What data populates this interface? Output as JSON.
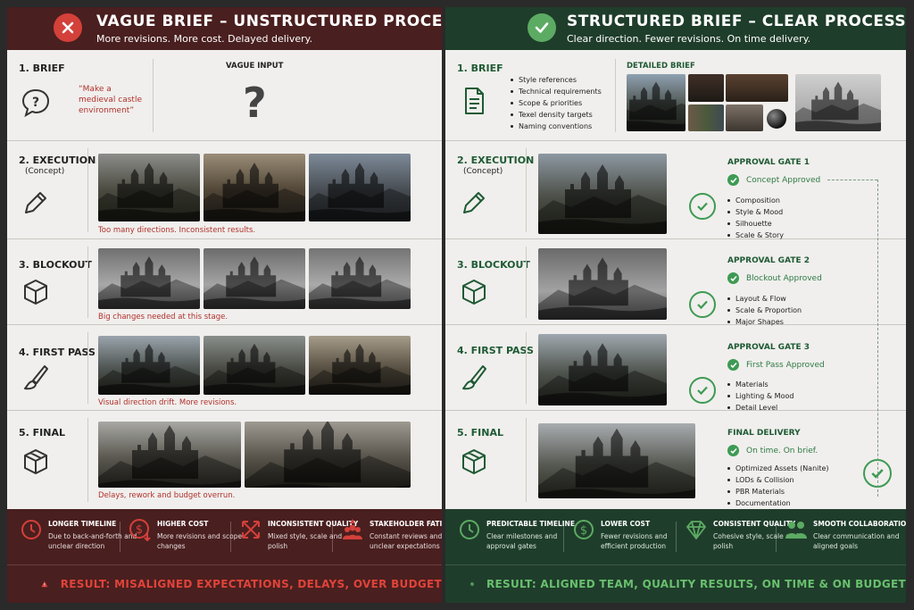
{
  "left": {
    "title": "VAGUE BRIEF – UNSTRUCTURED PROCESS",
    "subtitle": "More revisions. More cost. Delayed delivery.",
    "brief": {
      "label": "1. BRIEF",
      "quote": "“Make a medieval castle environment”",
      "input_label": "VAGUE INPUT",
      "symbol": "?"
    },
    "execution": {
      "label": "2. EXECUTION",
      "sub": "(Concept)",
      "note": "Too many directions. Inconsistent results."
    },
    "blockout": {
      "label": "3. BLOCKOUT",
      "note": "Big changes needed at this stage."
    },
    "first_pass": {
      "label": "4. FIRST PASS",
      "note": "Visual direction drift. More revisions."
    },
    "final": {
      "label": "5. FINAL",
      "note": "Delays, rework and budget overrun."
    },
    "footer": [
      {
        "icon": "clock-alert-icon",
        "title": "LONGER TIMELINE",
        "desc": "Due to back-and-forth and unclear direction"
      },
      {
        "icon": "dollar-down-icon",
        "title": "HIGHER COST",
        "desc": "More revisions and scope changes"
      },
      {
        "icon": "scatter-arrows-icon",
        "title": "INCONSISTENT QUALITY",
        "desc": "Mixed style, scale and polish"
      },
      {
        "icon": "people-warning-icon",
        "title": "STAKEHOLDER FATIGUE",
        "desc": "Constant reviews and unclear expectations"
      }
    ],
    "result": "RESULT: MISALIGNED EXPECTATIONS, DELAYS, OVER BUDGET"
  },
  "right": {
    "title": "STRUCTURED BRIEF – CLEAR PROCESS",
    "subtitle": "Clear direction. Fewer revisions. On time delivery.",
    "brief": {
      "label": "1. BRIEF",
      "detail_label": "DETAILED BRIEF",
      "items": [
        "Style references",
        "Technical requirements",
        "Scope & priorities",
        "Texel density targets",
        "Naming conventions"
      ]
    },
    "execution": {
      "label": "2. EXECUTION",
      "sub": "(Concept)",
      "gate": "APPROVAL GATE 1",
      "approved": "Concept Approved",
      "items": [
        "Composition",
        "Style & Mood",
        "Silhouette",
        "Scale & Story"
      ]
    },
    "blockout": {
      "label": "3. BLOCKOUT",
      "gate": "APPROVAL GATE 2",
      "approved": "Blockout Approved",
      "items": [
        "Layout & Flow",
        "Scale & Proportion",
        "Major Shapes"
      ]
    },
    "first_pass": {
      "label": "4. FIRST PASS",
      "gate": "APPROVAL GATE 3",
      "approved": "First Pass Approved",
      "items": [
        "Materials",
        "Lighting & Mood",
        "Detail Level"
      ]
    },
    "final": {
      "label": "5. FINAL",
      "gate": "FINAL DELIVERY",
      "approved": "On time. On brief.",
      "items": [
        "Optimized Assets (Nanite)",
        "LODs & Collision",
        "PBR Materials",
        "Documentation"
      ]
    },
    "footer": [
      {
        "icon": "clock-icon",
        "title": "PREDICTABLE TIMELINE",
        "desc": "Clear milestones and approval gates"
      },
      {
        "icon": "dollar-icon",
        "title": "LOWER COST",
        "desc": "Fewer revisions and efficient production"
      },
      {
        "icon": "diamond-icon",
        "title": "CONSISTENT QUALITY",
        "desc": "Cohesive style, scale and polish"
      },
      {
        "icon": "people-icon",
        "title": "SMOOTH COLLABORATION",
        "desc": "Clear communication and aligned goals"
      }
    ],
    "result": "RESULT: ALIGNED TEAM, QUALITY RESULTS, ON TIME & ON BUDGET"
  },
  "colors": {
    "bad": "#d4403a",
    "good": "#3e9a53",
    "left_bg": "#4a1f1f",
    "right_bg": "#1f3d2b"
  }
}
